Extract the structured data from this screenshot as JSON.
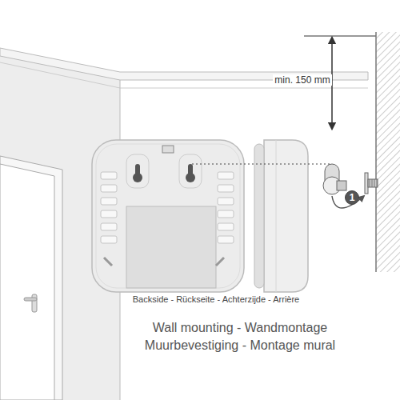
{
  "diagram": {
    "nodes": [
      {
        "text": [
          "1"
        ]
      }
    ],
    "labels": [
      "min. 150 mm",
      "Backside - Rückseite - Achterzijde - Arrière",
      "Wall mounting - Wandmontage",
      "Muurbevestiging - Montage mural"
    ]
  }
}
